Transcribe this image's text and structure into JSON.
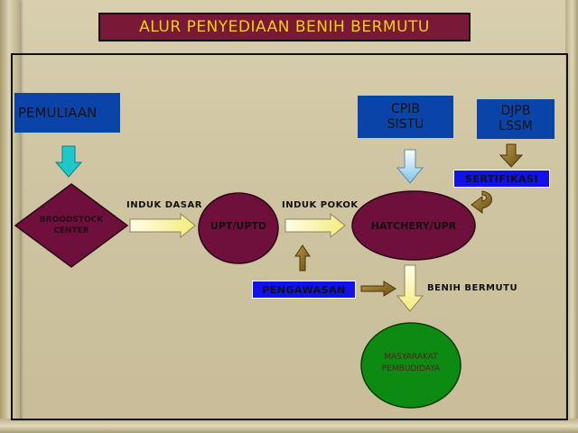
{
  "title": "ALUR PENYEDIAAN BENIH BERMUTU",
  "nodes": {
    "pemuliaan": "PEMULIAAN",
    "cpib_line1": "CPIB",
    "cpib_line2": "SISTU",
    "djpb_line1": "DJPB",
    "djpb_line2": "LSSM",
    "broodstock_line1": "BROODSTOCK",
    "broodstock_line2": "CENTER",
    "upt": "UPT/UPTD",
    "hatchery": "HATCHERY/UPR",
    "masyarakat_line1": "MASYARAKAT",
    "masyarakat_line2": "PEMBUDIDAYA"
  },
  "tags": {
    "sertifikasi": "SERTIFIKASI",
    "pengawasan": "PENGAWASAN"
  },
  "edge_labels": {
    "induk_dasar": "INDUK DASAR",
    "induk_pokok": "INDUK POKOK",
    "benih_bermutu": "BENIH BERMUTU"
  },
  "colors": {
    "title_bg": "#7a1838",
    "title_text": "#f2d100",
    "node_fill": "#6e0f3c",
    "box_blue": "#0a44a8",
    "tag_blue": "#1111ee",
    "masyarakat_fill": "#0d8a12",
    "arrow_teal": "#1fc8c8",
    "arrow_brown": "#7a5a18"
  }
}
